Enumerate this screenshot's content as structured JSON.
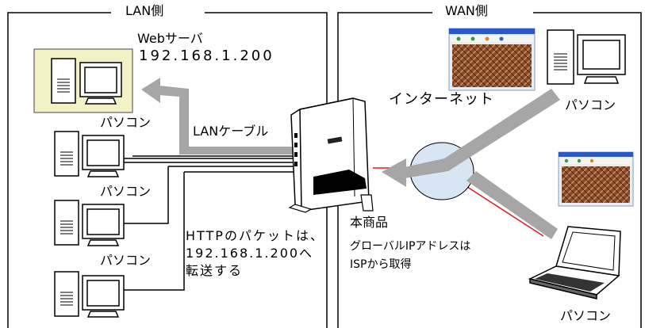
{
  "sections": {
    "lan_title": "LAN側",
    "wan_title": "WAN側"
  },
  "lan": {
    "server_label": "Webサーバ",
    "server_ip": "192.168.1.200",
    "pc_label_1": "パソコン",
    "pc_label_2": "パソコン",
    "pc_label_3": "パソコン",
    "cable_label": "LANケーブル",
    "note_line1": "HTTPのパケットは、",
    "note_line2": "192.168.1.200へ",
    "note_line3": "転送する"
  },
  "wan": {
    "internet_label": "インターネット",
    "pc_label_top": "パソコン",
    "pc_label_laptop": "パソコン"
  },
  "router": {
    "product_label": "本商品",
    "note_line1": "グローバルIPアドレスは",
    "note_line2": "ISPから取得"
  },
  "colors": {
    "arrow": "#a6a6a6",
    "highlight_box": "#f2f2c6",
    "wan_line": "#e02020",
    "cloud_fill": "#d8e6f4"
  },
  "icons": [
    "desktop-pc-icon",
    "web-server-icon",
    "router-icon",
    "laptop-icon",
    "internet-cloud-icon",
    "browser-screenshot-icon"
  ]
}
